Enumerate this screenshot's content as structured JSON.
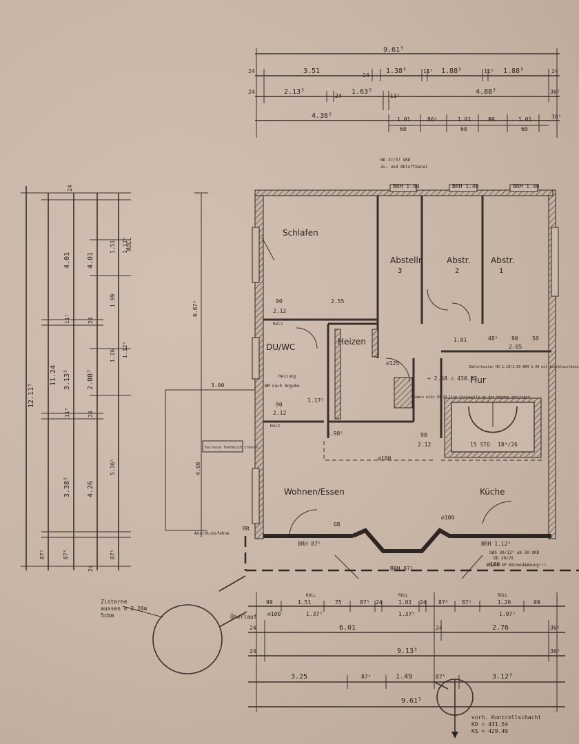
{
  "rooms": {
    "schlafen": "Schlafen",
    "abstellr3": "Abstellr.",
    "abstellr3_num": "3",
    "abstr2": "Abstr.",
    "abstr2_num": "2",
    "abstr1": "Abstr.",
    "abstr1_num": "1",
    "duwc": "DU/WC",
    "heizen": "Heizen",
    "flur": "Flur",
    "wohnen": "Wohnen/Essen",
    "kueche": "Küche"
  },
  "top_dims": {
    "total": "9.61⁵",
    "row1": [
      "24",
      "3.51",
      "24",
      "1.38⁵",
      "11⁵",
      "1.88⁵",
      "11⁵",
      "1.88⁵",
      "24"
    ],
    "row2": [
      "24",
      "2.13⁵",
      "24",
      "1.63⁵",
      "11⁵",
      "4.88⁵",
      "36⁵"
    ],
    "row3": [
      "4.36⁵",
      "1.01",
      "60",
      "86⁵",
      "1.01",
      "60",
      "99",
      "1.01",
      "60",
      "36⁵"
    ]
  },
  "left_dims": {
    "total": "12.11⁵",
    "col2": "11.24",
    "col3": [
      "4.01",
      "3.13⁵",
      "3.38⁵"
    ],
    "col4": [
      "4.01",
      "2.88⁵",
      "4.26"
    ],
    "col5": [
      "1.51",
      "1.99",
      "1.26",
      "5.36⁵"
    ],
    "col6": [
      "1.12⁵",
      "1.12⁵"
    ],
    "small": [
      "24",
      "11⁵",
      "24",
      "11⁵",
      "24",
      "87⁵",
      "87⁵",
      "87⁵",
      "24"
    ],
    "roll": "ROLL"
  },
  "inner_dims": {
    "d687": "6.87⁵",
    "d300": "3.00",
    "d400": "4.00",
    "d90a": "90",
    "d212a": "2.12",
    "d255": "2.55",
    "d90b": "90",
    "d212b": "2.12",
    "d117": "1.17⁵",
    "d498": "4.98⁵",
    "d90c": "90",
    "d212c": "2.12",
    "d101": "1.01",
    "d485": "48⁵",
    "d90d": "90",
    "d50": "50",
    "d205": "2.05",
    "brh140a": "BRH 1.40",
    "brh140b": "BRH 1.40",
    "brh140c": "BRH 1.40",
    "brh875a": "BRH 87⁵",
    "brh875b": "BRH 87⁵",
    "brh112": "BRH 1.12⁵",
    "stg": "15 STG",
    "stg_ratio": "18³/26",
    "level": "+ 2.68 = 430.52",
    "d100a": "⌀100",
    "d100b": "⌀100",
    "d100c": "⌀100",
    "d125": "⌀125",
    "gr": "GR",
    "rr": "RR",
    "wd": "WD 37/37 UKD",
    "wd_note": "Zu- und Abluftkanal",
    "anschluss": "Anschlussfahne",
    "terrasse": "Terrasse thermisch trennen",
    "zaehler": "Zählerkasten HD 1.10/1.50 BRH 1.00 mit Anschlussfahne",
    "kamin": "Kamin ⌀14x 20/20 11cm Steinwolle an den Wänden anbringen",
    "heizung": "Heizung",
    "wm_nach_angabe": "WM nach Angabe",
    "holz": "Holz",
    "holz2": "Holz",
    "ssw": "SWS 30/12⁵ ab 30 UKD",
    "ssw2": "DD 30/25",
    "wd_daemm": "LS/GG SP Wärmedämmung!!!"
  },
  "bottom_dims": {
    "row1": [
      "99",
      "1.51",
      "75",
      "87⁵",
      "24",
      "1.01",
      "24",
      "87⁵",
      "87⁵",
      "1.26",
      "99"
    ],
    "roll": [
      "ROLL",
      "ROLL",
      "ROLL"
    ],
    "row1b": [
      "⌀100",
      "1.37⁵",
      "1.37⁵",
      "1.07⁵"
    ],
    "row2": [
      "24",
      "6.01",
      "24",
      "2.76",
      "36⁵"
    ],
    "row3": [
      "24",
      "9.13⁵",
      "36⁵"
    ],
    "row4": [
      "3.25",
      "87⁵",
      "1.49",
      "87⁵",
      "3.12⁵"
    ],
    "total": "9.61⁵",
    "overflow": "Überlauf"
  },
  "notes": {
    "zisterne_1": "Zisterne",
    "zisterne_2": "aussen ⌀ 2.20m",
    "zisterne_3": "5cbm",
    "kontroll_1": "vorh. Kontrollschacht",
    "kontroll_2": "KD = 431.54",
    "kontroll_3": "KS = 429.49"
  }
}
